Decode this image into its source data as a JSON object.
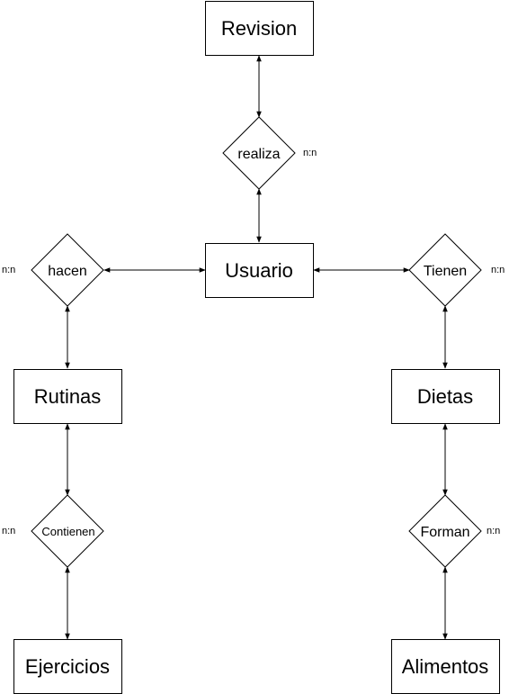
{
  "entities": {
    "revision": "Revision",
    "usuario": "Usuario",
    "rutinas": "Rutinas",
    "dietas": "Dietas",
    "ejercicios": "Ejercicios",
    "alimentos": "Alimentos"
  },
  "relationships": {
    "realiza": {
      "label": "realiza",
      "cardinality": "n:n"
    },
    "hacen": {
      "label": "hacen",
      "cardinality": "n:n"
    },
    "tienen": {
      "label": "Tienen",
      "cardinality": "n:n"
    },
    "contienen": {
      "label": "Contienen",
      "cardinality": "n:n"
    },
    "forman": {
      "label": "Forman",
      "cardinality": "n:n"
    }
  },
  "colors": {
    "stroke": "#000000",
    "fill": "#ffffff"
  }
}
